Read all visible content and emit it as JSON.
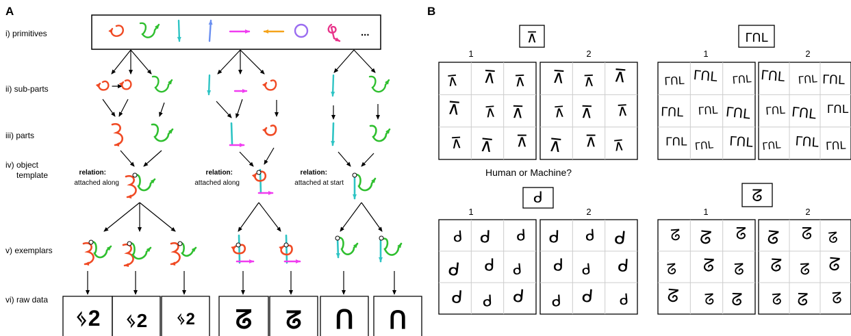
{
  "panel_a": {
    "label": "A",
    "levels": [
      "i) primitives",
      "ii) sub-parts",
      "iii) parts",
      "iv) object",
      "template",
      "v) exemplars",
      "vi) raw data"
    ],
    "more_glyph": "...",
    "relations": [
      {
        "title": "relation:",
        "text": "attached along"
      },
      {
        "title": "relation:",
        "text": "attached along"
      },
      {
        "title": "relation:",
        "text": "attached at start"
      }
    ],
    "raw_glyphs": [
      "ᛃ2",
      "ᛃ2",
      "ᛃ2",
      "ᘔ",
      "ᘔ",
      "ᑎ",
      "ᑎ"
    ]
  },
  "panel_b": {
    "label": "B",
    "question": "Human or Machine?",
    "grid_numbers": [
      "1",
      "2"
    ],
    "character_glyphs": [
      "⊼",
      "ᒥᑎᒪ",
      "ᑯ",
      "ᘔ"
    ]
  },
  "colors": {
    "red": "#f04a24",
    "green": "#2fbf2f",
    "cyan": "#2ec4c4",
    "blue": "#6a8ff0",
    "magenta": "#f03cf0",
    "orange": "#f5a31a",
    "purple": "#9a6cf0",
    "pink": "#e8338a"
  }
}
